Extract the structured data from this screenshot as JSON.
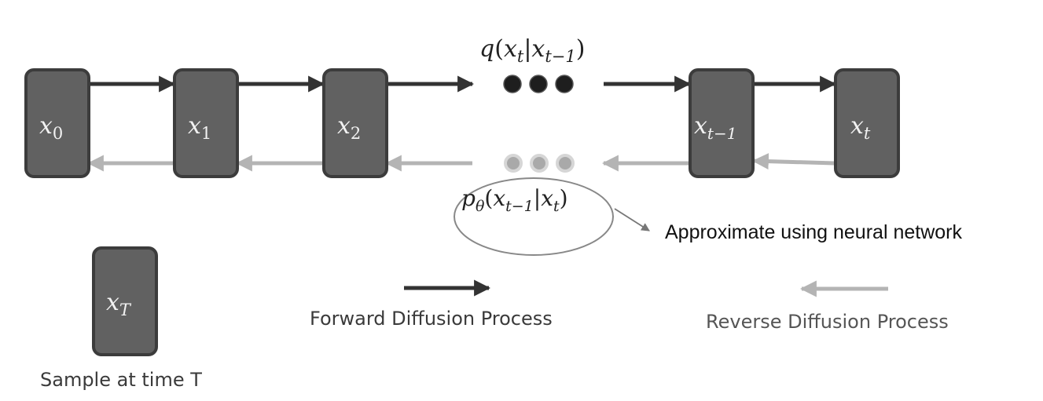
{
  "nodes": [
    {
      "id": "x0",
      "base": "x",
      "sub": "0"
    },
    {
      "id": "x1",
      "base": "x",
      "sub": "1"
    },
    {
      "id": "x2",
      "base": "x",
      "sub": "2"
    },
    {
      "id": "xt-1",
      "base": "x",
      "sub": "t−1"
    },
    {
      "id": "xt",
      "base": "x",
      "sub": "t"
    },
    {
      "id": "xT",
      "base": "x",
      "sub": "T"
    }
  ],
  "forward_formula": {
    "fn": "q",
    "open": "(",
    "x1": "x",
    "s1": "t",
    "bar": "|",
    "x2": "x",
    "s2": "t−1",
    "close": ")"
  },
  "reverse_formula": {
    "fn": "p",
    "fn_sub": "θ",
    "open": "(",
    "x1": "x",
    "s1": "t−1",
    "bar": "|",
    "x2": "x",
    "s2": "t",
    "close": ")"
  },
  "annotation": "Approximate using neural network",
  "legend": {
    "forward": "Forward Diffusion Process",
    "reverse": "Reverse Diffusion Process"
  },
  "sample_caption": "Sample at time T",
  "colors": {
    "node_fill": "#616161",
    "node_stroke": "#3c3c3c",
    "forward_arrow": "#333333",
    "reverse_arrow": "#b4b4b4",
    "dots_dark": "#1e1e1e",
    "dots_light": "#a9a9a9"
  }
}
